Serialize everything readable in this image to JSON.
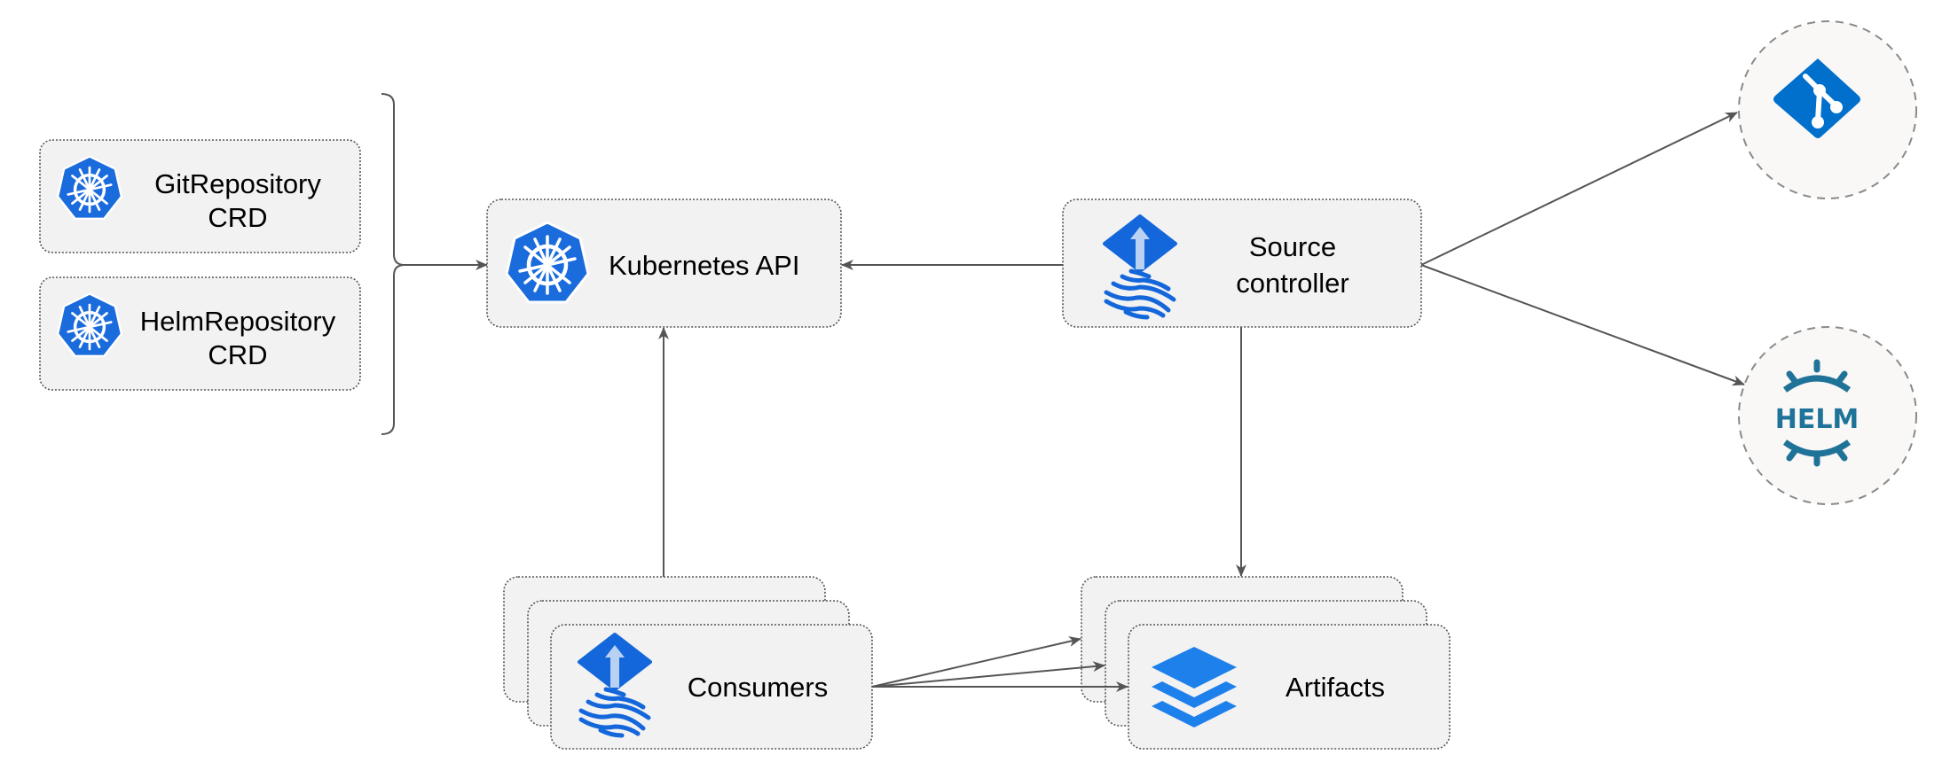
{
  "nodes": {
    "git_repository_crd": {
      "line1": "GitRepository",
      "line2": "CRD",
      "icon": "kubernetes-icon"
    },
    "helm_repository_crd": {
      "line1": "HelmRepository",
      "line2": "CRD",
      "icon": "kubernetes-icon"
    },
    "kubernetes_api": {
      "label": "Kubernetes API",
      "icon": "kubernetes-icon"
    },
    "source_controller": {
      "line1": "Source",
      "line2": "controller",
      "icon": "flux-icon"
    },
    "consumers": {
      "label": "Consumers",
      "icon": "flux-icon"
    },
    "artifacts": {
      "label": "Artifacts",
      "icon": "layers-icon"
    },
    "git": {
      "icon": "git-icon"
    },
    "helm": {
      "icon": "helm-icon",
      "logo_text": "HELM"
    }
  },
  "edges": [
    {
      "from": "CRDs",
      "to": "Kubernetes API"
    },
    {
      "from": "Source controller",
      "to": "Kubernetes API"
    },
    {
      "from": "Consumers",
      "to": "Kubernetes API"
    },
    {
      "from": "Source controller",
      "to": "Artifacts"
    },
    {
      "from": "Source controller",
      "to": "Git"
    },
    {
      "from": "Source controller",
      "to": "Helm"
    },
    {
      "from": "Consumers",
      "to": "Artifacts"
    }
  ],
  "colors": {
    "kubernetes": "#1a6bdc",
    "flux": "#1467db",
    "artifacts": "#1e80ea",
    "git": "#0070cc",
    "helm": "#1f7399",
    "box_fill": "#f2f2f2",
    "edge": "#555555"
  }
}
